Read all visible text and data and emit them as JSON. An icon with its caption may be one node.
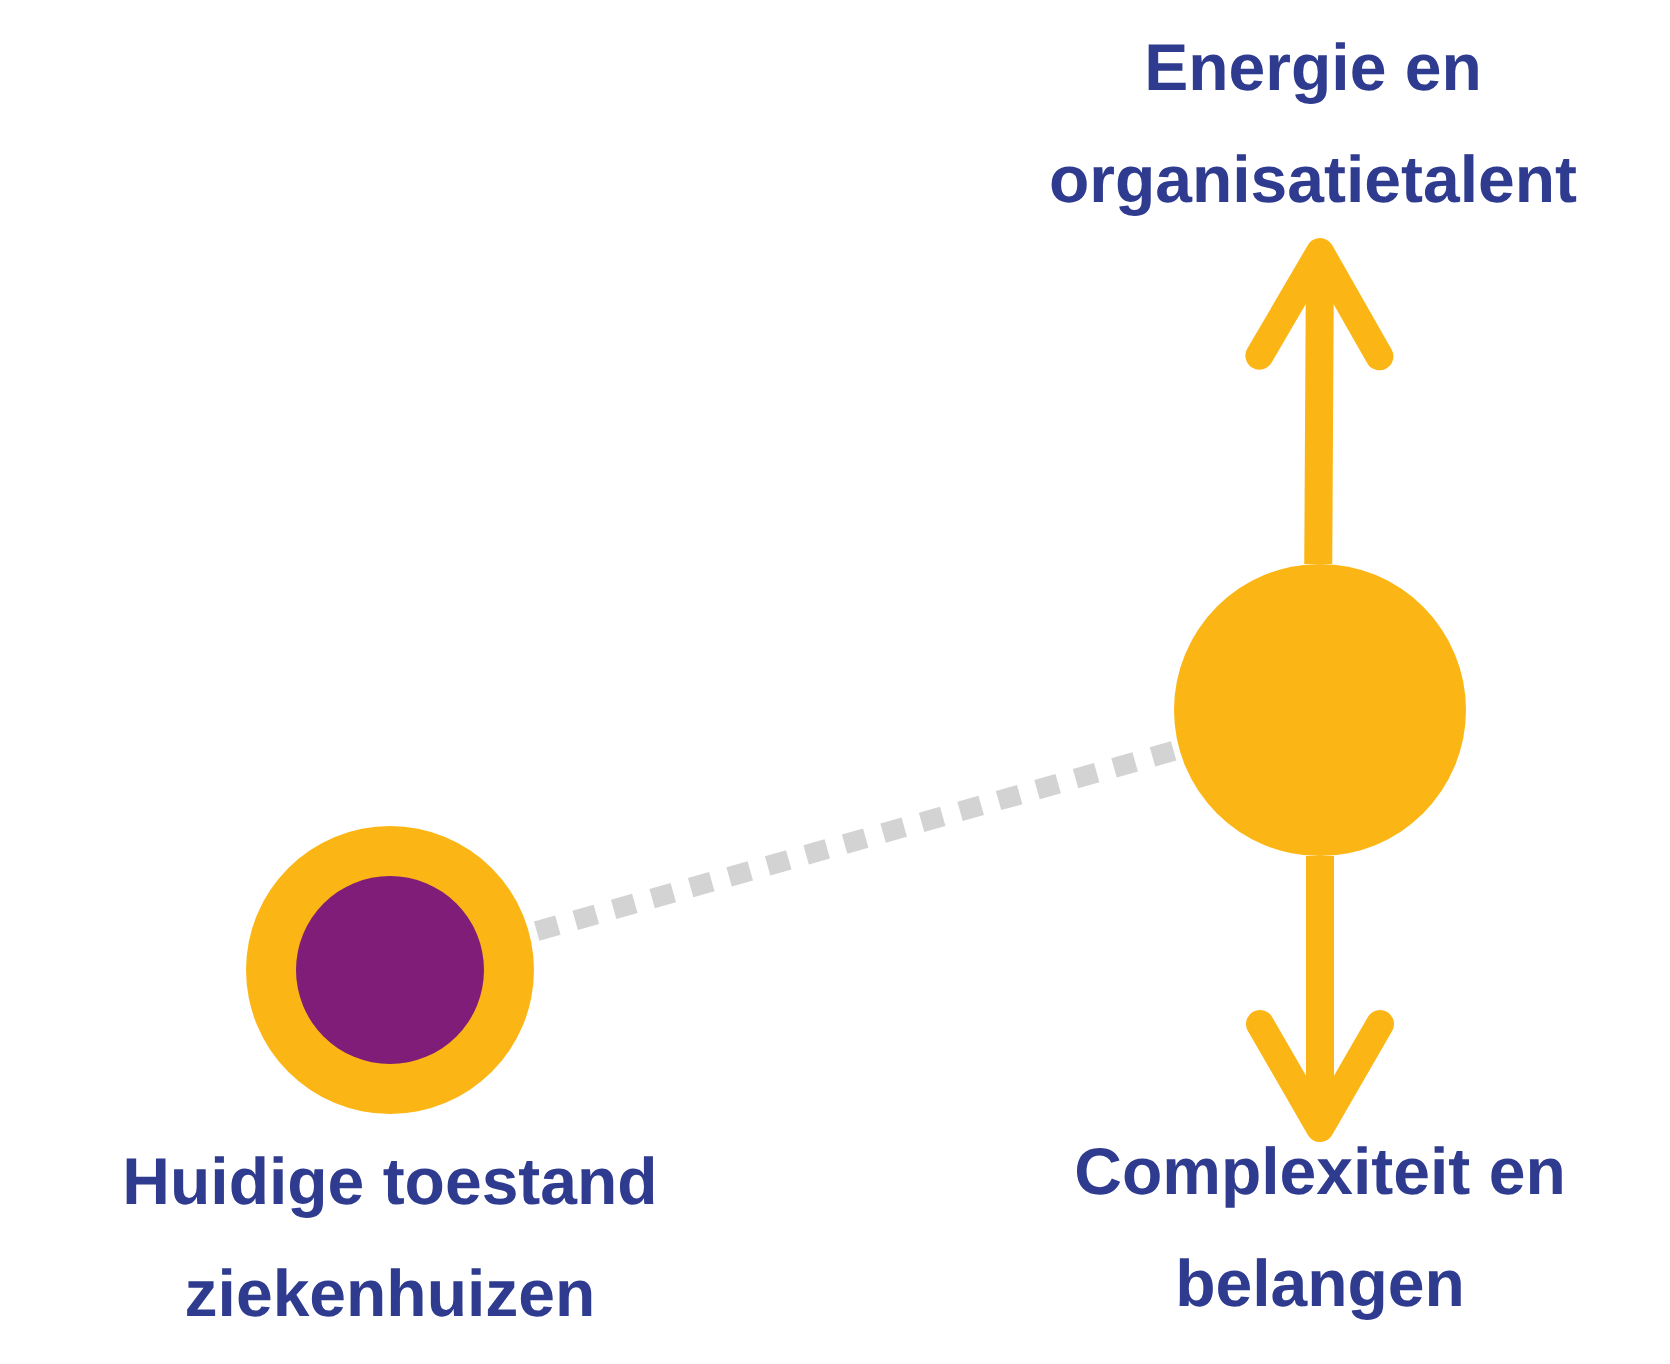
{
  "diagram": {
    "nodes": [
      {
        "text": [
          "Huidige toestand ziekenhuizen"
        ]
      },
      {
        "text": [],
        "shape": "circle"
      },
      {
        "text": [
          "Energie en organisatietalent"
        ]
      },
      {
        "text": [
          "Complexiteit en belangen"
        ]
      }
    ],
    "edges": [
      {
        "from": 0,
        "to": 1,
        "arrow": "none",
        "style": "dashed",
        "color": "#d3d3d3"
      },
      {
        "from": 1,
        "to": 2,
        "arrow": "to"
      },
      {
        "from": 1,
        "to": 3,
        "arrow": "to"
      }
    ]
  }
}
